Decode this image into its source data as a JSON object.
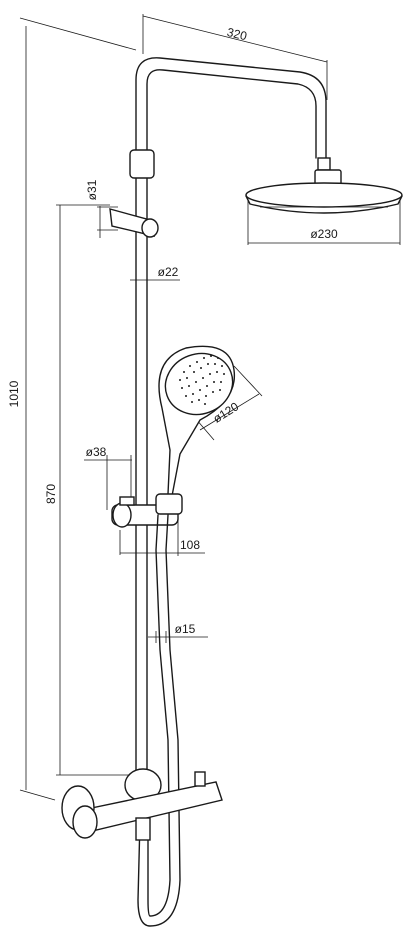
{
  "dimensions": {
    "arm_length": "320",
    "head_diameter": "ø230",
    "bracket_diameter": "ø31",
    "rail_diameter": "ø22",
    "total_height": "1010",
    "rail_length": "870",
    "handshower_diameter": "ø120",
    "slider_diameter": "ø38",
    "slider_projection": "108",
    "hose_diameter": "ø15"
  }
}
